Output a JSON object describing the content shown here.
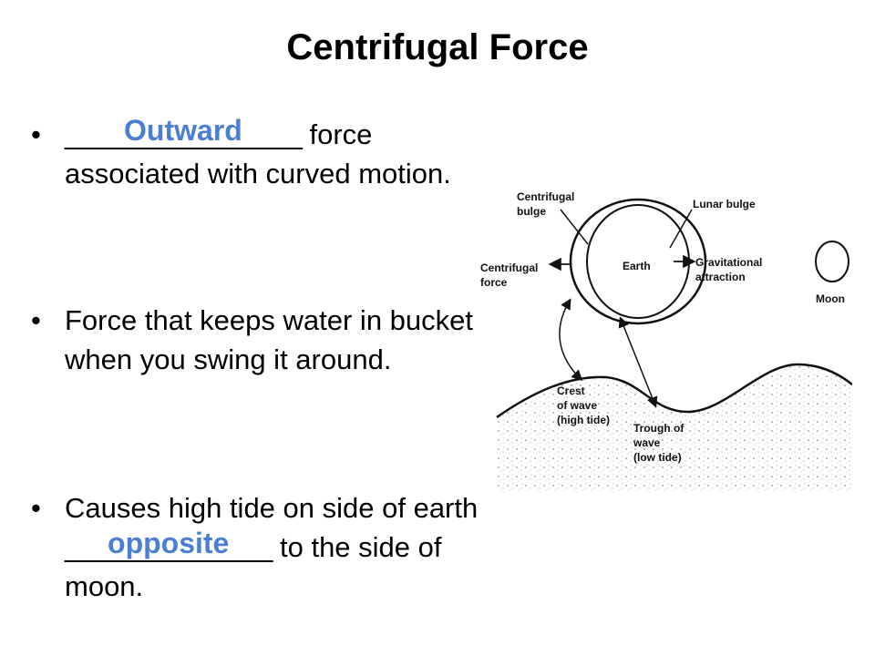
{
  "title": "Centrifugal Force",
  "bullets": [
    {
      "blank": "________________",
      "answer": "Outward",
      "after": " force associated with curved motion."
    },
    {
      "text": "Force that keeps water in bucket when you swing it around."
    },
    {
      "before": "Causes high tide on side of earth ",
      "blank": "______________",
      "answer": "opposite",
      "after": " to the side of moon."
    }
  ],
  "bullet_glyph": "•",
  "diagram": {
    "labels": {
      "centrifugal_bulge_1": "Centrifugal",
      "centrifugal_bulge_2": "bulge",
      "lunar_bulge": "Lunar bulge",
      "centrifugal_force_1": "Centrifugal",
      "centrifugal_force_2": "force",
      "earth": "Earth",
      "gravitational_1": "Gravitational",
      "gravitational_2": "attraction",
      "moon": "Moon",
      "crest_1": "Crest",
      "crest_2": "of wave",
      "crest_3": "(high tide)",
      "trough_1": "Trough of",
      "trough_2": "wave",
      "trough_3": "(low tide)"
    }
  }
}
